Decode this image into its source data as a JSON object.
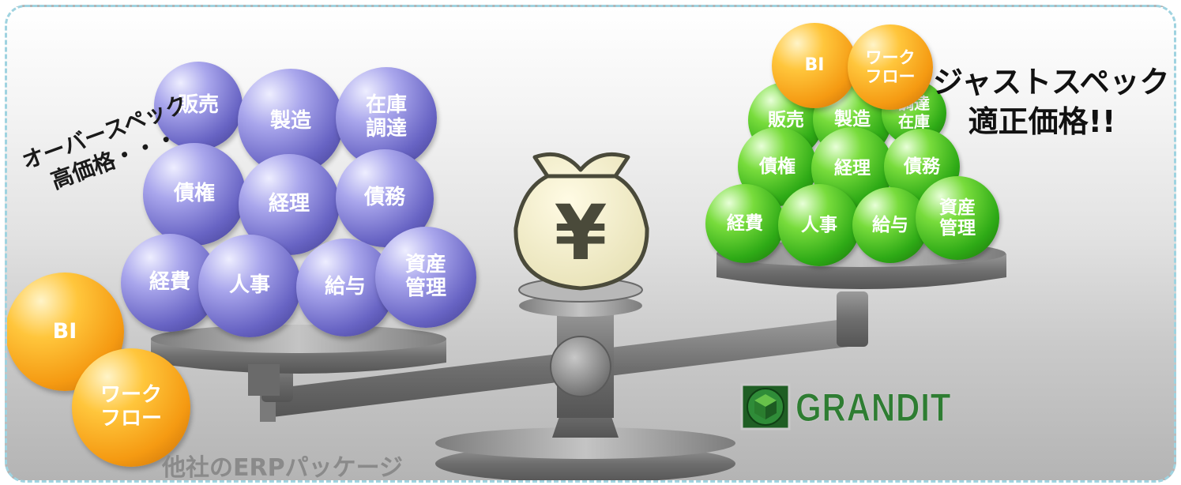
{
  "left_scale": {
    "modules": [
      "販売",
      "製造",
      "在庫\n調達",
      "債権",
      "経理",
      "債務",
      "経費",
      "人事",
      "給与",
      "資産\n管理"
    ],
    "extras": [
      "BI",
      "ワーク\nフロー"
    ],
    "caption": "オーバースペック\n高価格・・・",
    "vendor_label": "他社のERPパッケージ"
  },
  "right_scale": {
    "modules": [
      "販売",
      "製造",
      "調達\n在庫",
      "債権",
      "経理",
      "債務",
      "経費",
      "人事",
      "給与",
      "資産\n管理"
    ],
    "extras": [
      "BI",
      "ワーク\nフロー"
    ],
    "caption": "ジャストスペック\n適正価格!!",
    "logo_text": "GRANDIT"
  },
  "money_bag": {
    "symbol": "¥"
  },
  "colors": {
    "purple": "#6a66c6",
    "green": "#34b01a",
    "orange": "#f7a21b",
    "frame_border": "#9fd3e0"
  },
  "icons": [
    "money-bag-icon",
    "grandit-cube-icon"
  ]
}
